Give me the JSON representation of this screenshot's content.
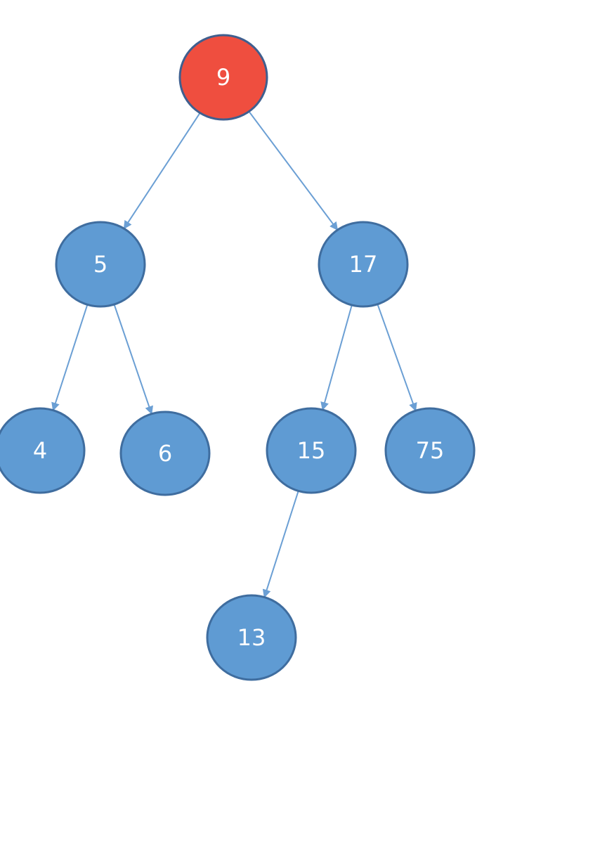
{
  "tree": {
    "colors": {
      "root_fill": "#ef4e3f",
      "root_stroke": "#3f5f8f",
      "node_fill": "#5f9bd3",
      "node_stroke": "#3f6d9f",
      "edge": "#6b9fd4"
    },
    "nodes": [
      {
        "id": "n9",
        "label": "9",
        "role": "root"
      },
      {
        "id": "n5",
        "label": "5",
        "role": "normal"
      },
      {
        "id": "n17",
        "label": "17",
        "role": "normal"
      },
      {
        "id": "n4",
        "label": "4",
        "role": "normal"
      },
      {
        "id": "n6",
        "label": "6",
        "role": "normal"
      },
      {
        "id": "n15",
        "label": "15",
        "role": "normal"
      },
      {
        "id": "n75",
        "label": "75",
        "role": "normal"
      },
      {
        "id": "n13",
        "label": "13",
        "role": "normal"
      }
    ],
    "edges": [
      {
        "from": "n9",
        "to": "n5"
      },
      {
        "from": "n9",
        "to": "n17"
      },
      {
        "from": "n5",
        "to": "n4"
      },
      {
        "from": "n5",
        "to": "n6"
      },
      {
        "from": "n17",
        "to": "n15"
      },
      {
        "from": "n17",
        "to": "n75"
      },
      {
        "from": "n15",
        "to": "n13"
      }
    ]
  }
}
